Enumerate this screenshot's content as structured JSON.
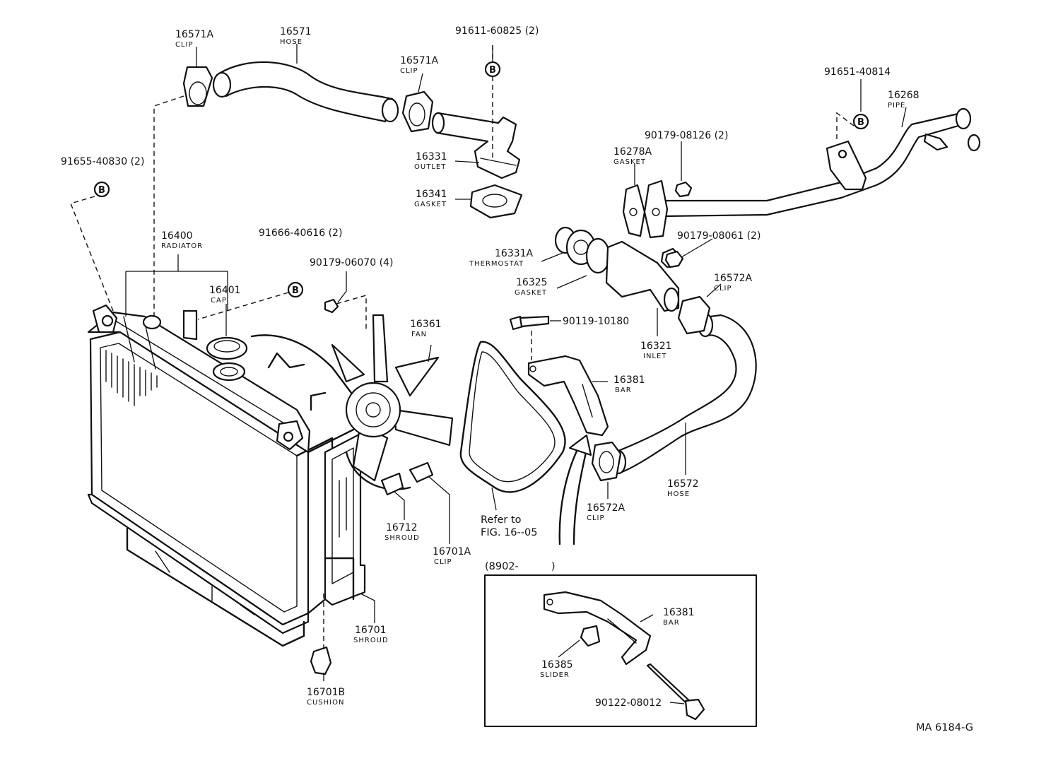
{
  "callouts": {
    "c16571A_1": {
      "num": "16571A",
      "name": "CLIP"
    },
    "c16571": {
      "num": "16571",
      "name": "HOSE"
    },
    "c16571A_2": {
      "num": "16571A",
      "name": "CLIP"
    },
    "c91611": {
      "num": "91611-60825 (2)"
    },
    "c16331": {
      "num": "16331",
      "name": "OUTLET"
    },
    "c16341": {
      "num": "16341",
      "name": "GASKET"
    },
    "c91655": {
      "num": "91655-40830 (2)"
    },
    "c16400": {
      "num": "16400",
      "name": "RADIATOR"
    },
    "c91666": {
      "num": "91666-40616 (2)"
    },
    "c90179_06070": {
      "num": "90179-06070 (4)"
    },
    "c16401": {
      "num": "16401",
      "name": "CAP"
    },
    "c16361": {
      "num": "16361",
      "name": "FAN"
    },
    "c16331A": {
      "num": "16331A",
      "name": "THERMOSTAT"
    },
    "c16325": {
      "num": "16325",
      "name": "GASKET"
    },
    "c90119": {
      "num": "90119-10180"
    },
    "c16321": {
      "num": "16321",
      "name": "INLET"
    },
    "c16381": {
      "num": "16381",
      "name": "BAR"
    },
    "c91651": {
      "num": "91651-40814"
    },
    "c16268": {
      "num": "16268",
      "name": "PIPE"
    },
    "c90179_08126": {
      "num": "90179-08126 (2)"
    },
    "c16278A": {
      "num": "16278A",
      "name": "GASKET"
    },
    "c90179_08061": {
      "num": "90179-08061 (2)"
    },
    "c16572A_1": {
      "num": "16572A",
      "name": "CLIP"
    },
    "c16572": {
      "num": "16572",
      "name": "HOSE"
    },
    "c16572A_2": {
      "num": "16572A",
      "name": "CLIP"
    },
    "c16712": {
      "num": "16712",
      "name": "SHROUD"
    },
    "c16701A": {
      "num": "16701A",
      "name": "CLIP"
    },
    "c16701": {
      "num": "16701",
      "name": "SHROUD"
    },
    "c16701B": {
      "num": "16701B",
      "name": "CUSHION"
    },
    "c16381b": {
      "num": "16381",
      "name": "BAR"
    },
    "c16385": {
      "num": "16385",
      "name": "SLIDER"
    },
    "c90122": {
      "num": "90122-08012"
    }
  },
  "refer": {
    "line1": "Refer to",
    "line2": "FIG. 16--05"
  },
  "inset": {
    "label": "(8902-          )"
  },
  "code": "MA 6184-G",
  "marker": "B"
}
